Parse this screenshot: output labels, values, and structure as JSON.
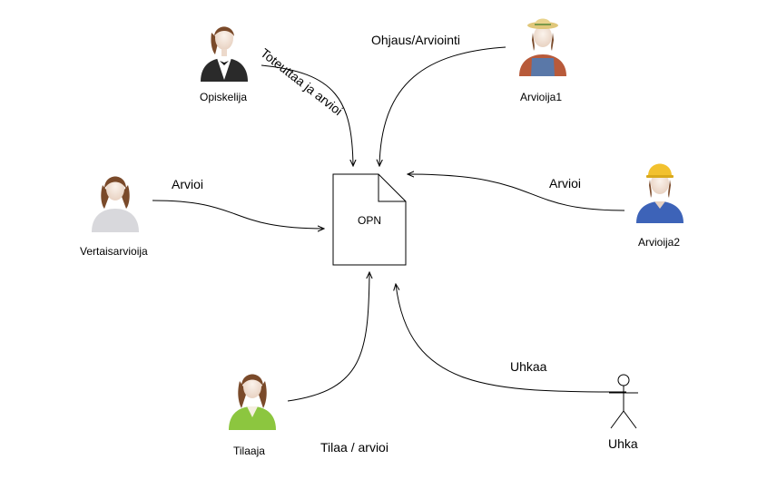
{
  "document": {
    "label": "OPN"
  },
  "actors": {
    "opiskelija": {
      "label": "Opiskelija"
    },
    "arvioija1": {
      "label": "Arvioija1"
    },
    "vertaisarvioija": {
      "label": "Vertaisarvioija"
    },
    "arvioija2": {
      "label": "Arvioija2"
    },
    "tilaaja": {
      "label": "Tilaaja"
    },
    "uhka": {
      "label": "Uhka"
    }
  },
  "edges": {
    "opiskelija_to_opn": {
      "label": "Toteuttaa ja arvioi"
    },
    "arvioija1_to_opn": {
      "label": "Ohjaus/Arviointi"
    },
    "vertaisarvioija_to_opn": {
      "label": "Arvioi"
    },
    "arvioija2_to_opn": {
      "label": "Arvioi"
    },
    "tilaaja_to_opn": {
      "label": "Tilaa / arvioi"
    },
    "uhka_to_opn": {
      "label": "Uhkaa"
    }
  },
  "colors": {
    "skin": "#f3e6dc",
    "hair_brown": "#7a4a2a",
    "vest_black": "#222222",
    "overall_blue": "#5a78a8",
    "helmet_yellow": "#f2c12e",
    "shirt_blue": "#3d63b8",
    "shirt_grey": "#d8d8dc",
    "jacket_green": "#8cc63f",
    "straw_hat": "#e0c77a"
  },
  "icons": {
    "opiskelija": "waitress-person-icon",
    "arvioija1": "farmer-person-icon",
    "vertaisarvioija": "woman-person-icon",
    "arvioija2": "builder-person-icon",
    "tilaaja": "business-woman-icon",
    "uhka": "stick-figure-icon",
    "opn": "document-icon"
  }
}
